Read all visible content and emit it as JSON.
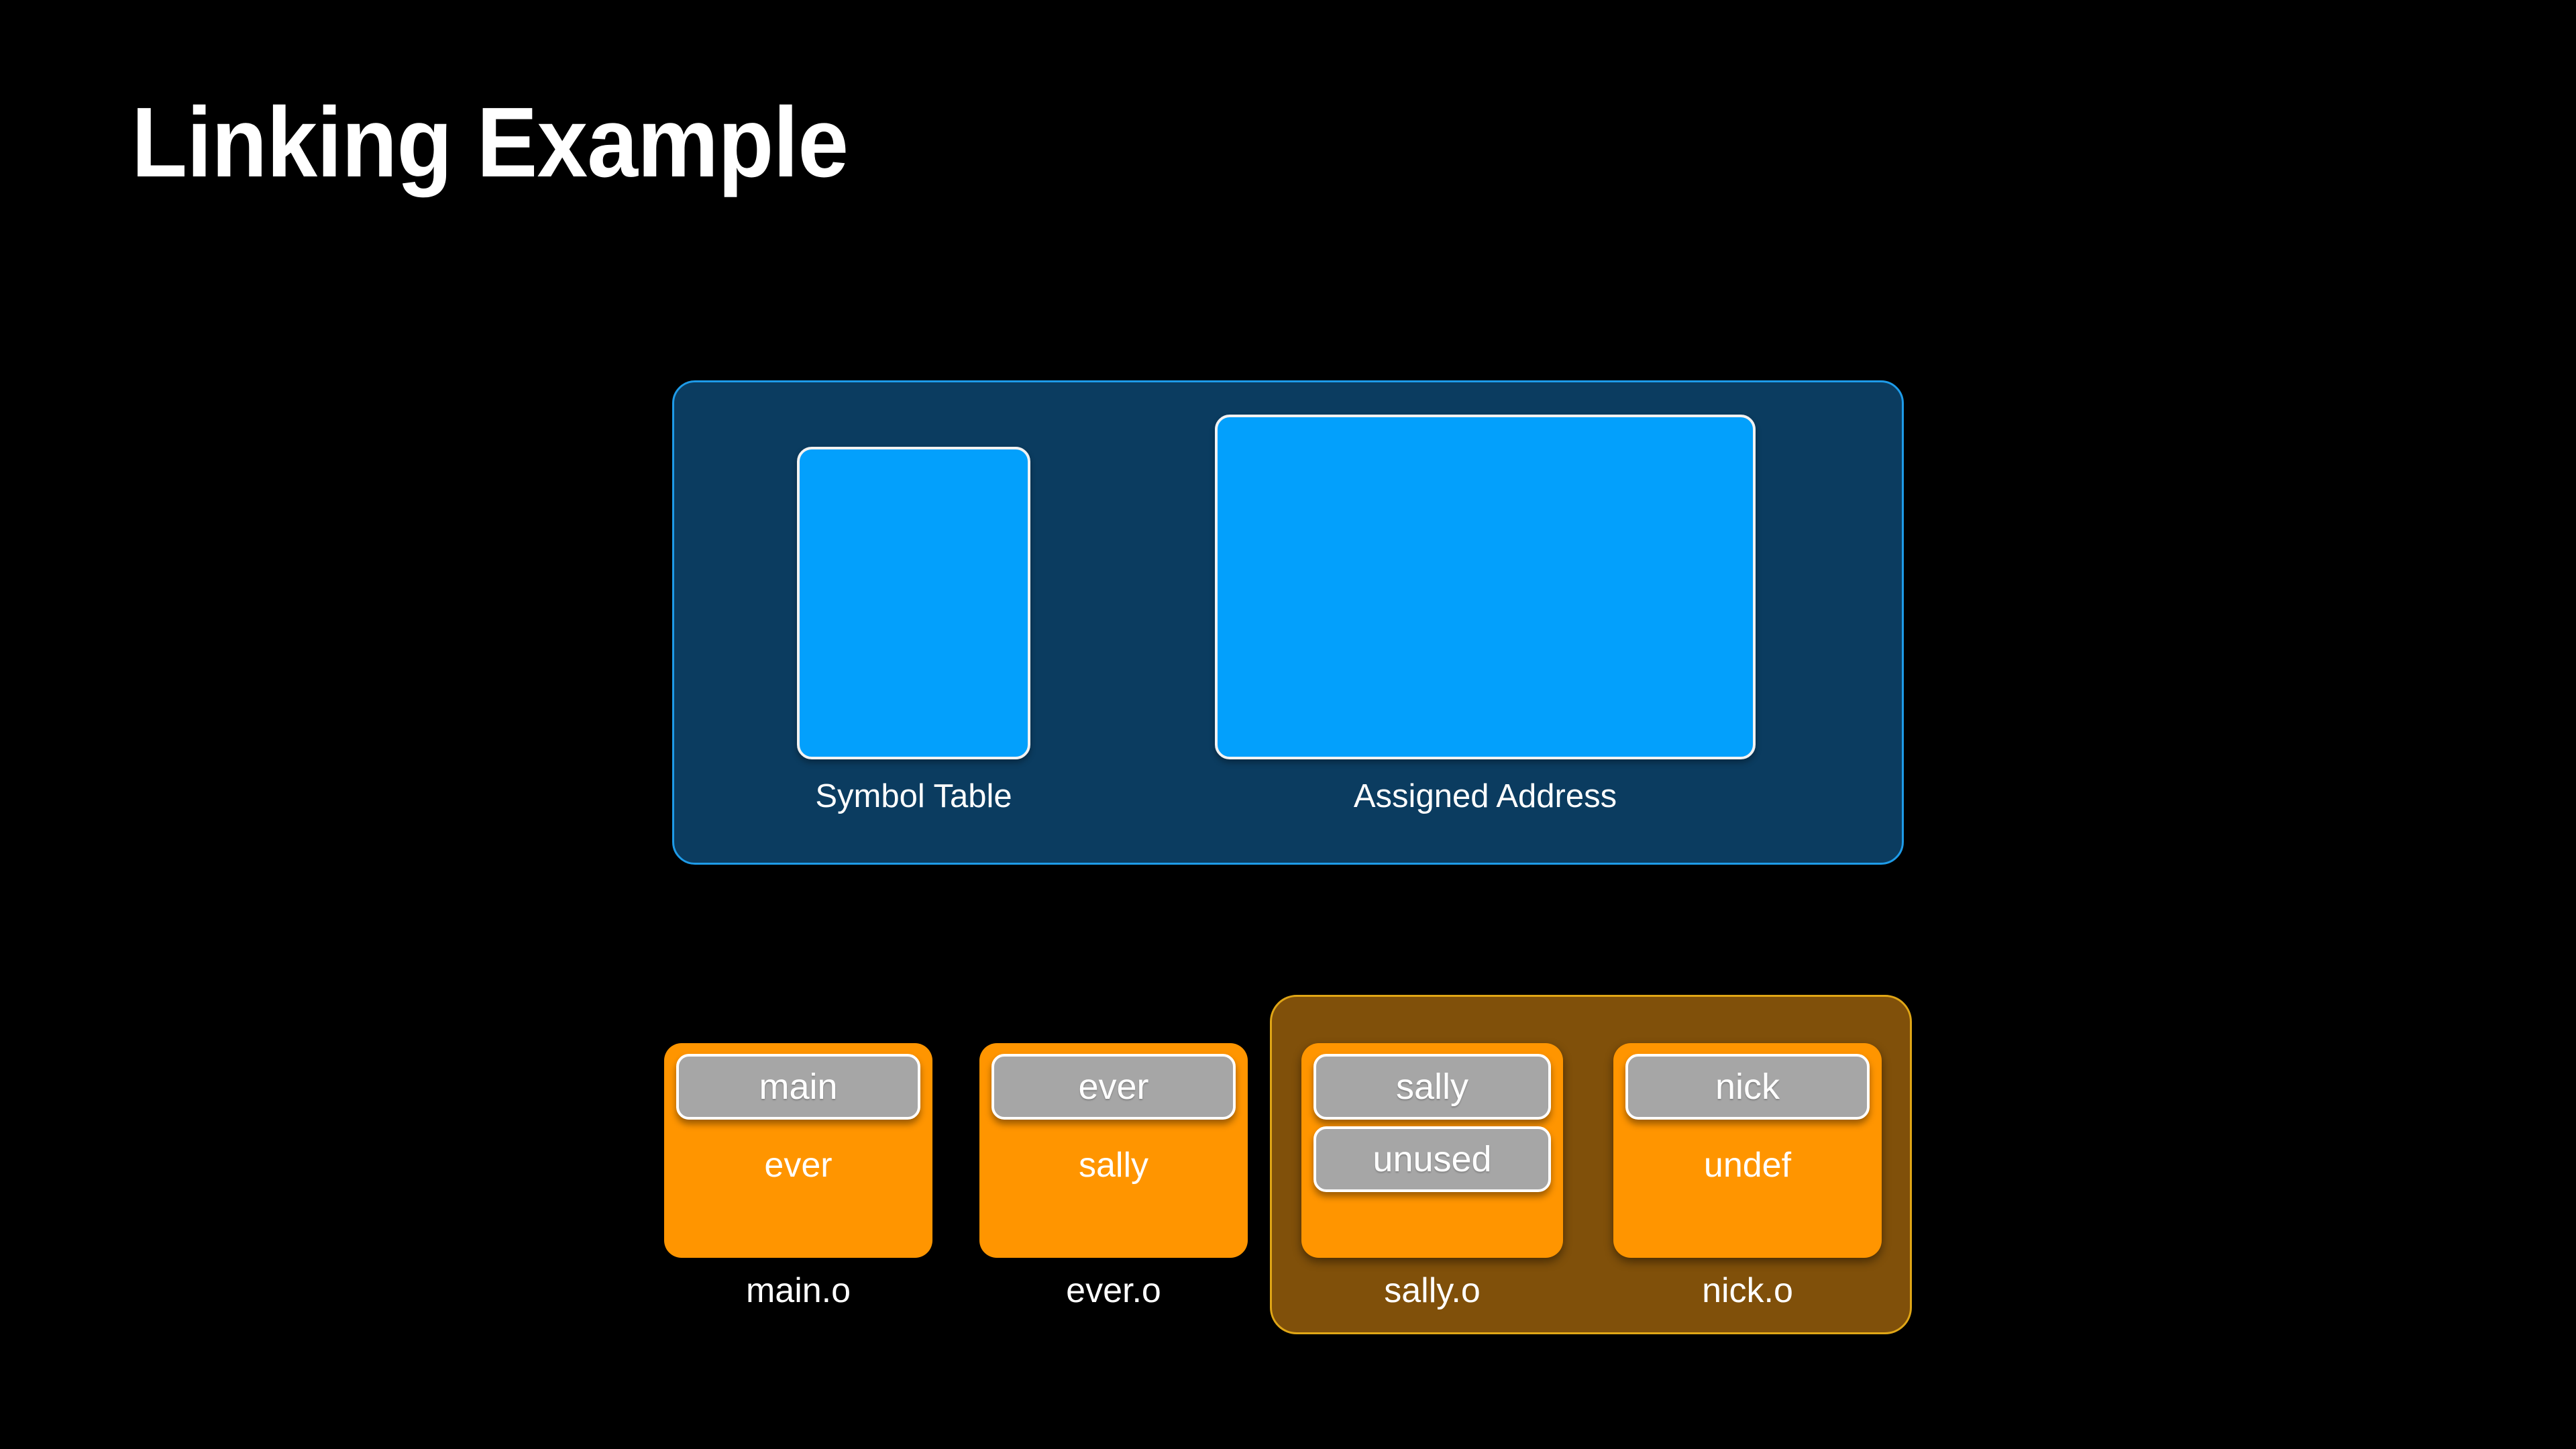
{
  "slide": {
    "title": "Linking Example",
    "background_color": "#000000",
    "title_color": "#ffffff"
  },
  "linker_panel": {
    "background_color": "#0b3c60",
    "border_color": "#1e9be8",
    "block_color": "#03a0fc",
    "blocks": [
      {
        "key": "symbol_table",
        "caption": "Symbol Table"
      },
      {
        "key": "assigned_address",
        "caption": "Assigned Address"
      }
    ]
  },
  "object_files": {
    "box_color": "#ff9500",
    "pill_color": "#a6a6a6",
    "archive_group": {
      "background_color": "#80500a",
      "border_color": "#e0a616",
      "members": [
        "sally.o",
        "nick.o"
      ]
    },
    "items": [
      {
        "name": "main.o",
        "defined_symbols": [
          "main"
        ],
        "referenced_symbols": [
          "ever"
        ]
      },
      {
        "name": "ever.o",
        "defined_symbols": [
          "ever"
        ],
        "referenced_symbols": [
          "sally"
        ]
      },
      {
        "name": "sally.o",
        "defined_symbols": [
          "sally",
          "unused"
        ],
        "referenced_symbols": []
      },
      {
        "name": "nick.o",
        "defined_symbols": [
          "nick"
        ],
        "referenced_symbols": [
          "undef"
        ]
      }
    ]
  }
}
